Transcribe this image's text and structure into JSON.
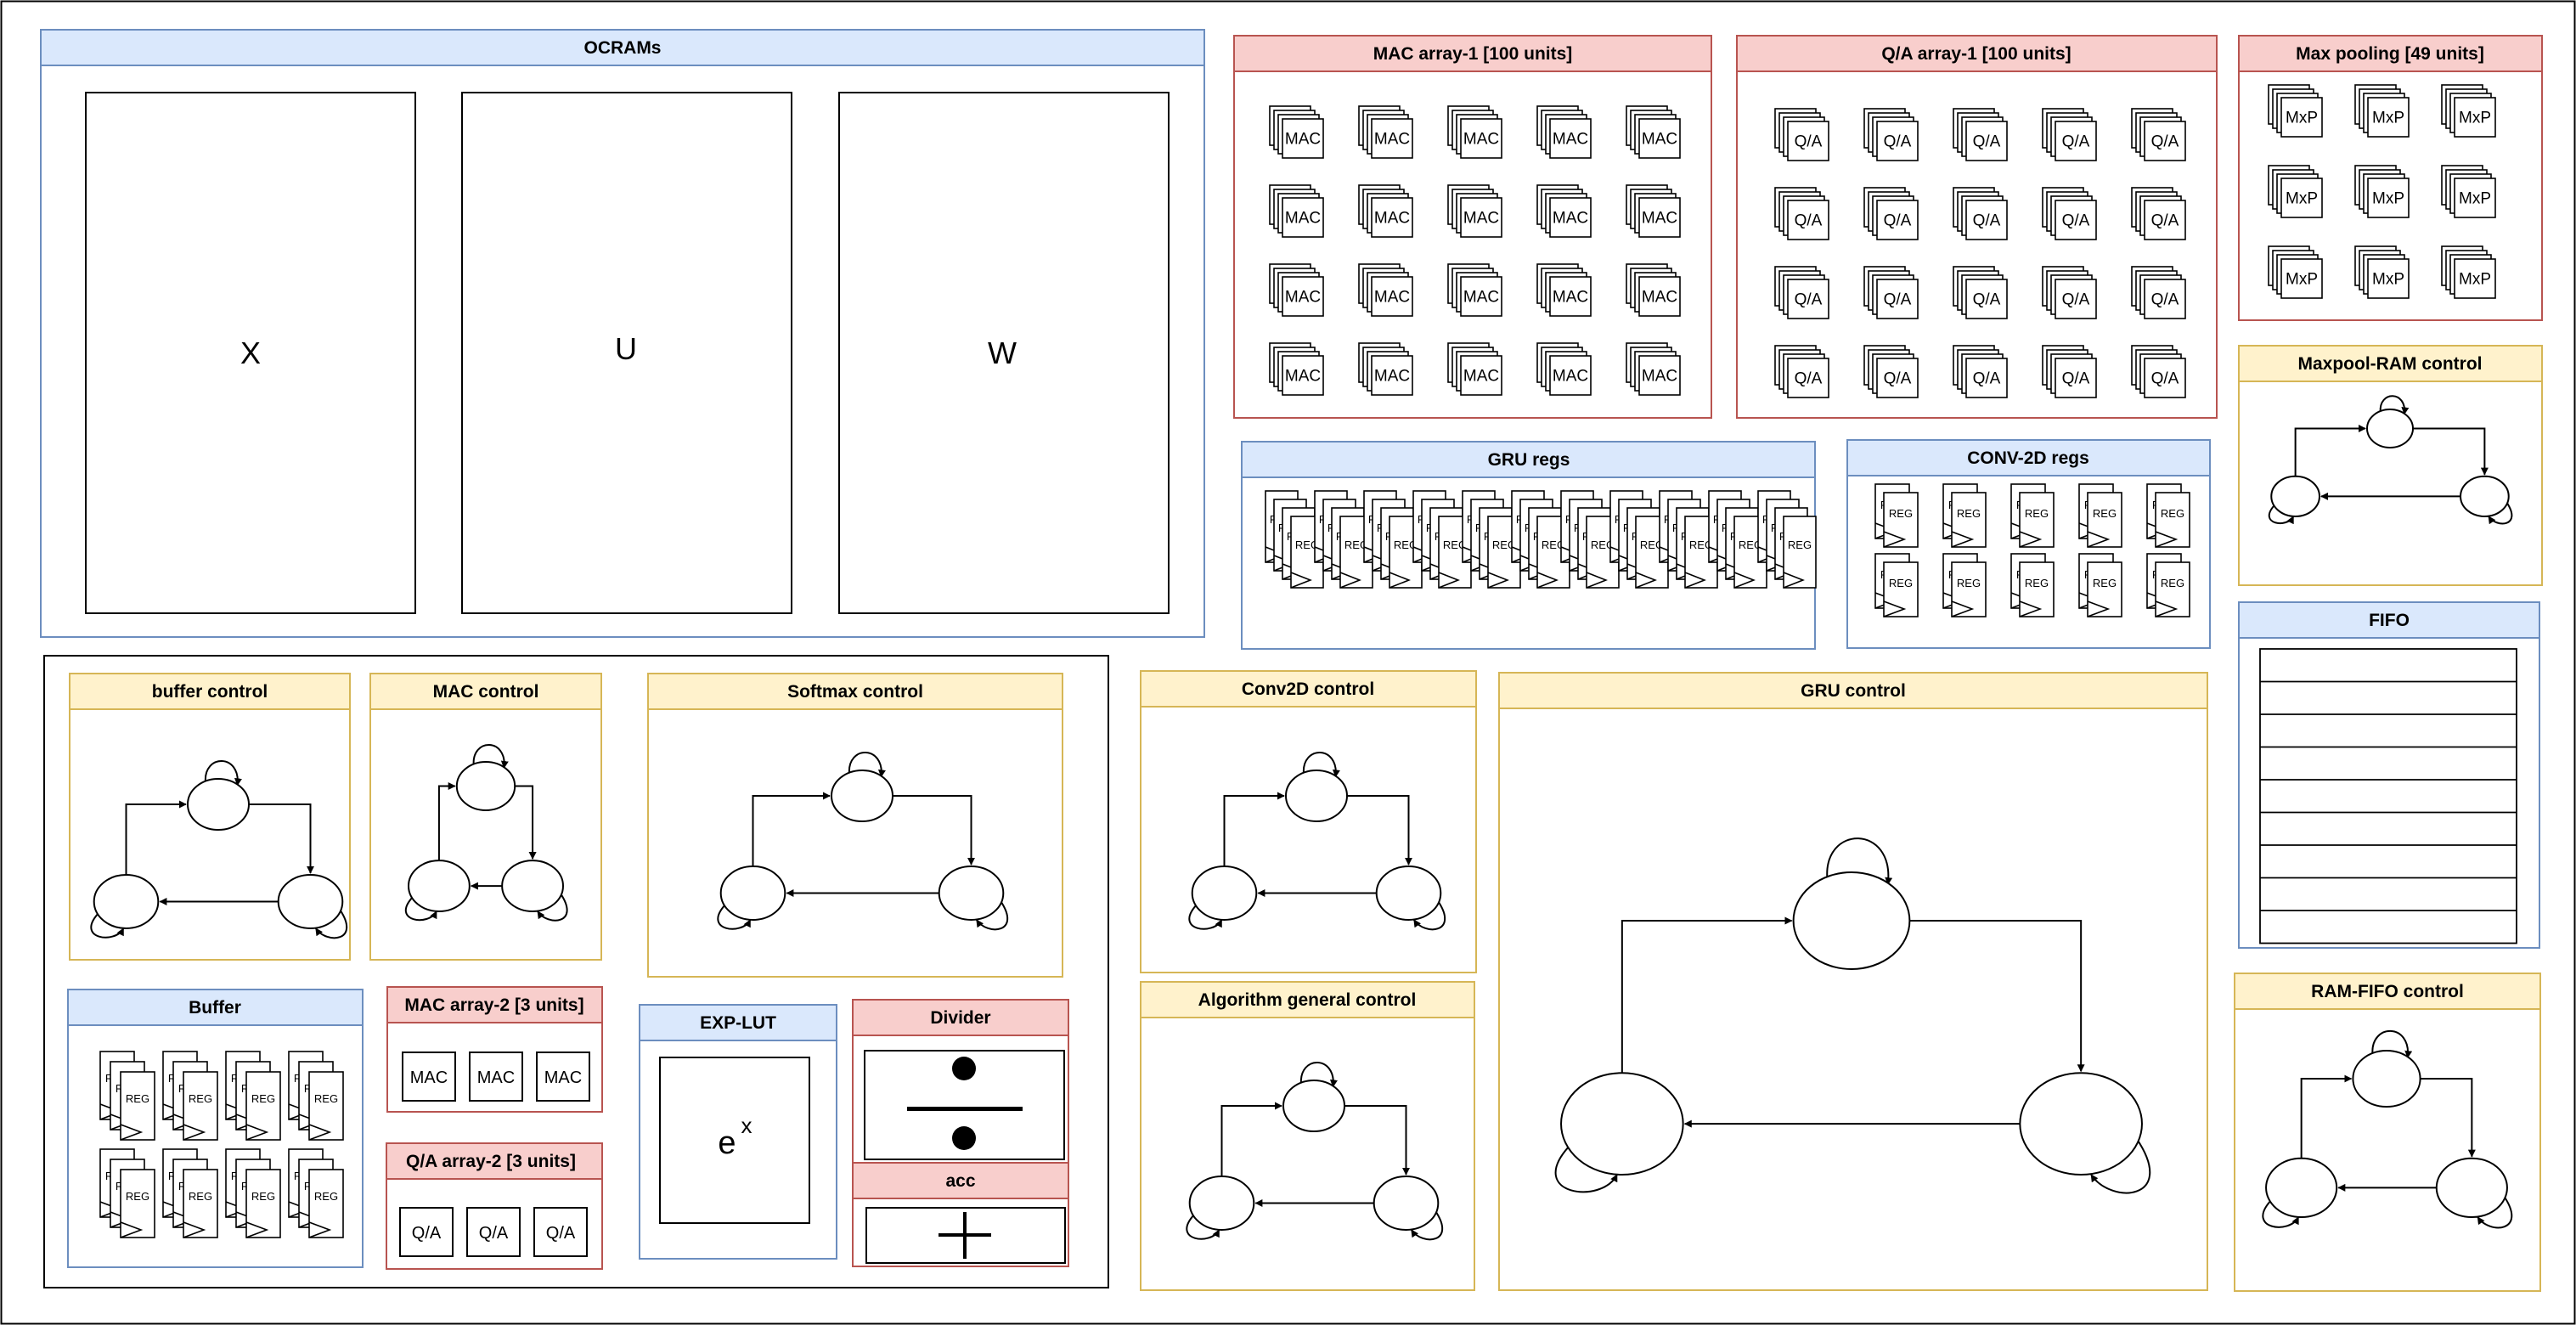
{
  "colors": {
    "blue_fill": "#dae8fc",
    "blue_stroke": "#6c8ebf",
    "red_fill": "#f8cecc",
    "red_stroke": "#b85450",
    "yellow_fill": "#fff2cc",
    "yellow_stroke": "#d6b656",
    "line": "#000000"
  },
  "ocrams": {
    "title": "OCRAMs",
    "banks": [
      "X",
      "U",
      "W"
    ]
  },
  "mac_array_1": {
    "title": "MAC array-1  [100 units]",
    "unit_label": "MAC"
  },
  "qa_array_1": {
    "title": "Q/A array-1 [100 units]",
    "unit_label": "Q/A"
  },
  "max_pooling": {
    "title": "Max pooling [49 units]",
    "unit_label": "MxP"
  },
  "maxpool_ram_control": {
    "title": "Maxpool-RAM control"
  },
  "gru_regs": {
    "title": "GRU regs",
    "reg_label": "REG"
  },
  "conv2d_regs": {
    "title": "CONV-2D regs",
    "reg_label": "REG"
  },
  "fifo": {
    "title": "FIFO"
  },
  "buffer_control": {
    "title": "buffer control"
  },
  "mac_control": {
    "title": "MAC control"
  },
  "softmax_control": {
    "title": "Softmax control"
  },
  "conv2d_control": {
    "title": "Conv2D control"
  },
  "gru_control": {
    "title": "GRU control"
  },
  "algorithm_general_control": {
    "title": "Algorithm general control"
  },
  "ram_fifo_control": {
    "title": "RAM-FIFO control"
  },
  "buffer": {
    "title": "Buffer",
    "reg_label": "REG"
  },
  "mac_array_2": {
    "title": "MAC array-2  [3 units]",
    "units": [
      "MAC",
      "MAC",
      "MAC"
    ]
  },
  "qa_array_2": {
    "title": "Q/A array-2 [3 units]",
    "units": [
      "Q/A",
      "Q/A",
      "Q/A"
    ]
  },
  "exp_lut": {
    "title": "EXP-LUT",
    "symbol_base": "e",
    "symbol_exp": "x"
  },
  "divider": {
    "title": "Divider"
  },
  "acc": {
    "title": "acc"
  }
}
